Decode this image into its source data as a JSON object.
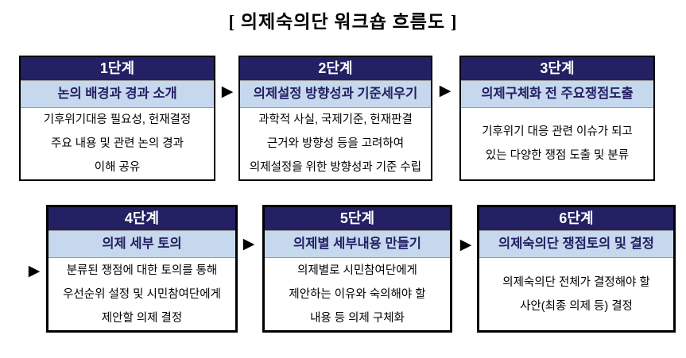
{
  "title": "[ 의제숙의단 워크숍 흐름도 ]",
  "arrow_glyph": "▶",
  "colors": {
    "header_bg": "#232064",
    "header_text": "#ffffff",
    "subtitle_bg": "#c6d8ed",
    "subtitle_text": "#232064",
    "border": "#000000",
    "arrow": "#000000"
  },
  "rows": [
    {
      "boxes": [
        {
          "step": "1단계",
          "subtitle": "논의 배경과 경과 소개",
          "body_lines": [
            "기후위기대응 필요성, 헌재결정",
            "주요 내용 및 관련 논의 경과",
            "이해 공유"
          ]
        },
        {
          "step": "2단계",
          "subtitle": "의제설정 방향성과 기준세우기",
          "body_lines": [
            "과학적 사실, 국제기준, 헌재판결",
            "근거와 방향성 등을 고려하여",
            "의제설정을 위한 방향성과 기준 수립"
          ]
        },
        {
          "step": "3단계",
          "subtitle": "의제구체화 전 주요쟁점도출",
          "body_lines": [
            "기후위기 대응 관련 이슈가 되고",
            "있는 다양한 쟁점 도출 및 분류"
          ]
        }
      ]
    },
    {
      "boxes": [
        {
          "step": "4단계",
          "subtitle": "의제 세부 토의",
          "body_lines": [
            "분류된 쟁점에 대한 토의를 통해",
            "우선순위 설정 및 시민참여단에게",
            "제안할 의제 결정"
          ]
        },
        {
          "step": "5단계",
          "subtitle": "의제별 세부내용 만들기",
          "body_lines": [
            "의제별로 시민참여단에게",
            "제안하는 이유와 숙의해야 할",
            "내용 등 의제 구체화"
          ]
        },
        {
          "step": "6단계",
          "subtitle": "의제숙의단 쟁점토의 및 결정",
          "body_lines": [
            "의제숙의단 전체가 결정해야 할",
            "사안(최종 의제 등) 결정"
          ]
        }
      ]
    }
  ]
}
